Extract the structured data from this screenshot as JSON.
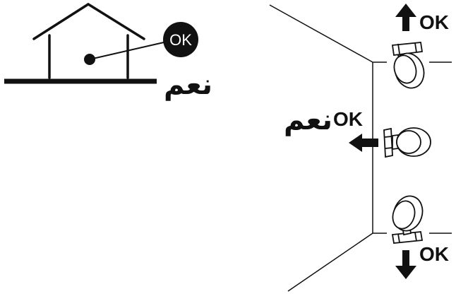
{
  "house_panel": {
    "badge_label": "OK",
    "arabic_label": "نعم"
  },
  "mount_positions": {
    "top": {
      "ok_label": "OK",
      "arrow": "arrow-up-icon"
    },
    "side": {
      "ok_label": "OK",
      "arabic_label": "نعم",
      "arrow": "arrow-left-icon"
    },
    "bottom": {
      "ok_label": "OK",
      "arrow": "arrow-down-icon"
    }
  },
  "colors": {
    "ink": "#111111",
    "background": "#ffffff"
  }
}
